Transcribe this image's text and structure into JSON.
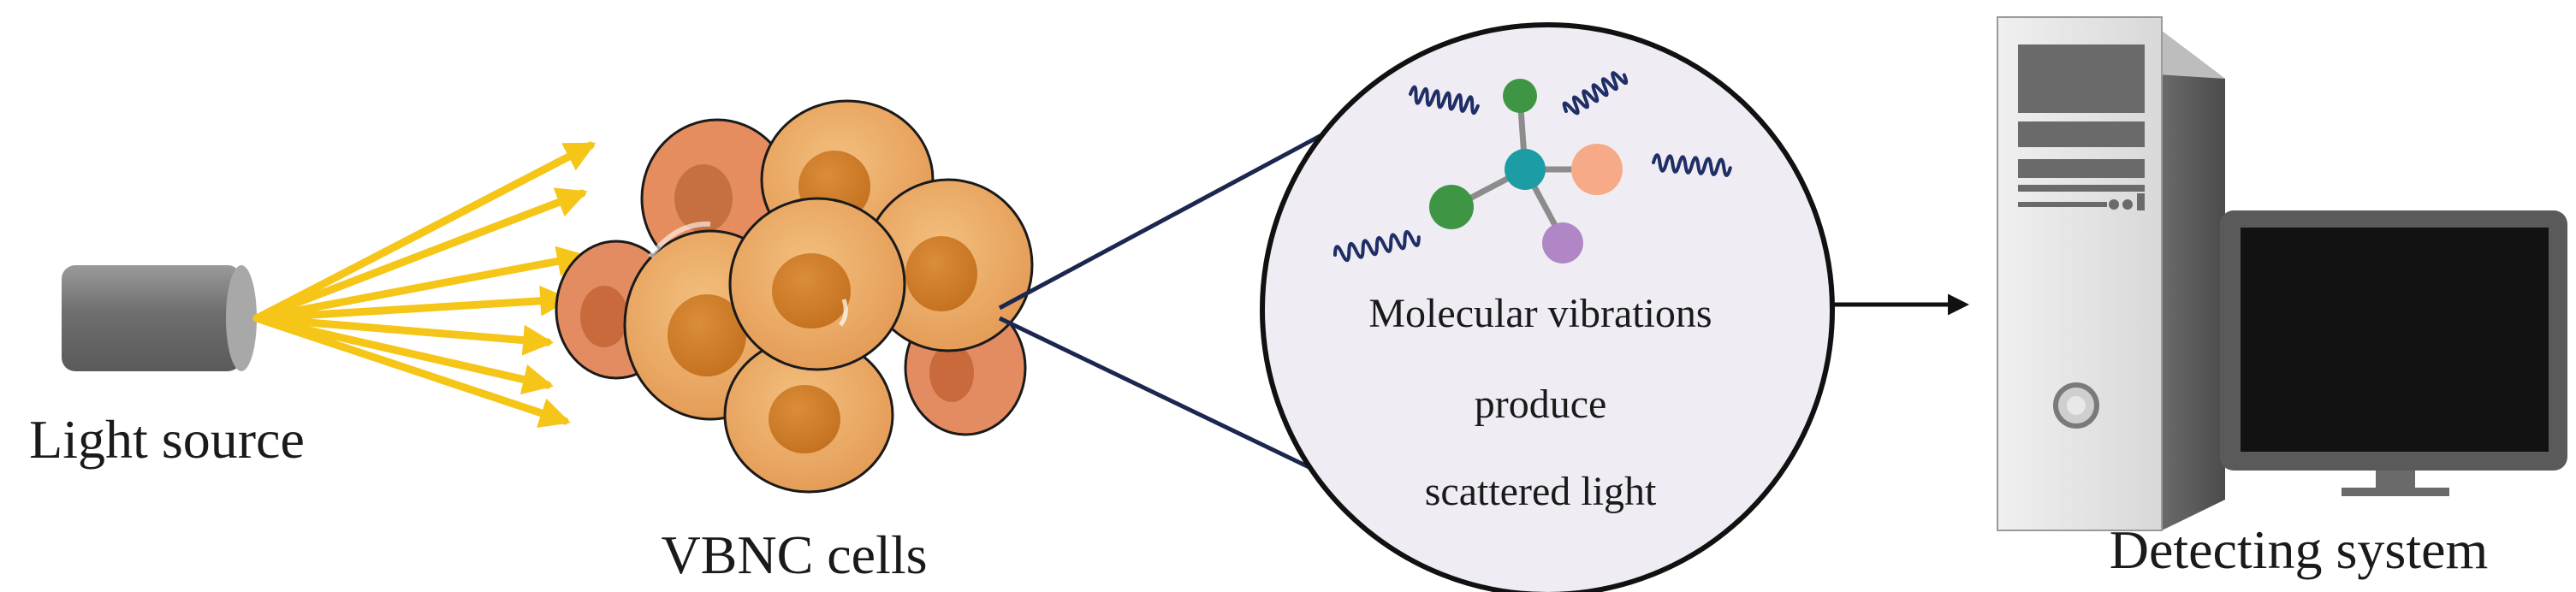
{
  "labels": {
    "light_source": "Light source",
    "vbnc_cells": "VBNC cells",
    "detecting_system": "Detecting system",
    "zoom_line1": "Molecular vibrations",
    "zoom_line2": "produce",
    "zoom_line3": "scattered light"
  },
  "colors": {
    "beam": "#F5C518",
    "cell_outer": "#E9A866",
    "cell_inner": "#D2802C",
    "cell_back": "#E38C62",
    "zoom_border": "#111111",
    "zoom_fill": "#EFEDF3",
    "zoom_lines": "#1C2750",
    "wave": "#1F2E66",
    "atom_center": "#1C9DA6",
    "atom_green": "#3E9645",
    "atom_peach": "#F6AA88",
    "atom_violet": "#B186C6",
    "pc_light": "#E6E6E6",
    "pc_dark": "#5A5A5A",
    "screen": "#121212"
  },
  "icons": [
    "flashlight-icon",
    "cell-cluster-icon",
    "molecule-icon",
    "arrow-right-icon",
    "computer-tower-icon",
    "monitor-icon"
  ]
}
